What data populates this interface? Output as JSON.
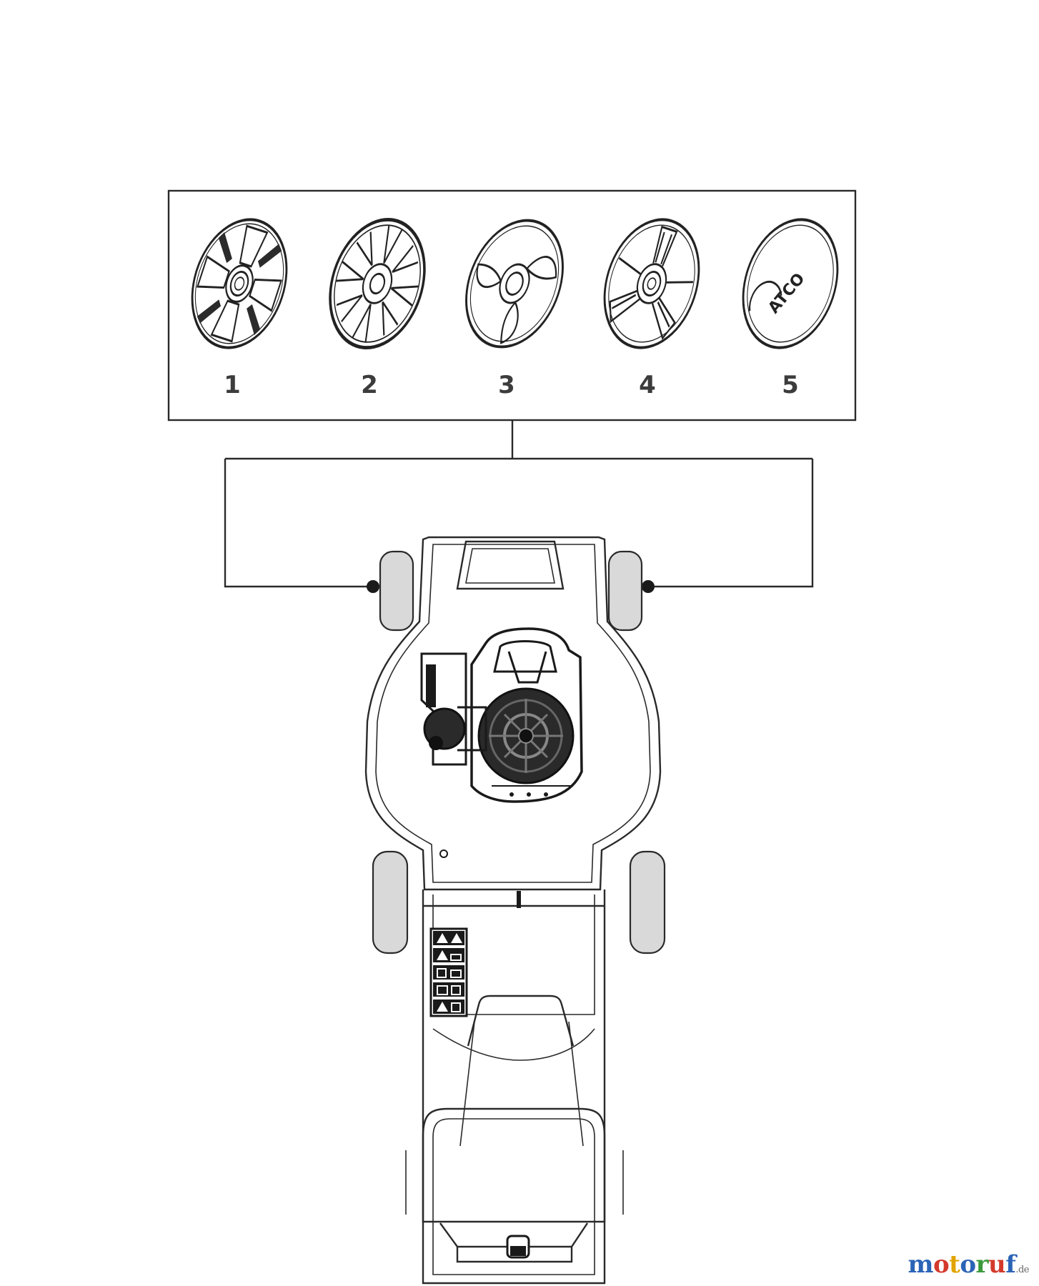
{
  "callouts": [
    {
      "label": "1",
      "icon": "hubcap-style-1-icon"
    },
    {
      "label": "2",
      "icon": "hubcap-style-2-icon"
    },
    {
      "label": "3",
      "icon": "hubcap-style-3-icon"
    },
    {
      "label": "4",
      "icon": "hubcap-style-4-icon"
    },
    {
      "label": "5",
      "icon": "hubcap-style-5-icon"
    }
  ],
  "hubcap5_logo_text": "ATCO",
  "watermark": {
    "text": "motoruf",
    "suffix": ".de",
    "colors": [
      "#2b64b6",
      "#d33a2c",
      "#e2a400",
      "#2b64b6",
      "#3b9a3b",
      "#d33a2c",
      "#2b64b6"
    ]
  }
}
